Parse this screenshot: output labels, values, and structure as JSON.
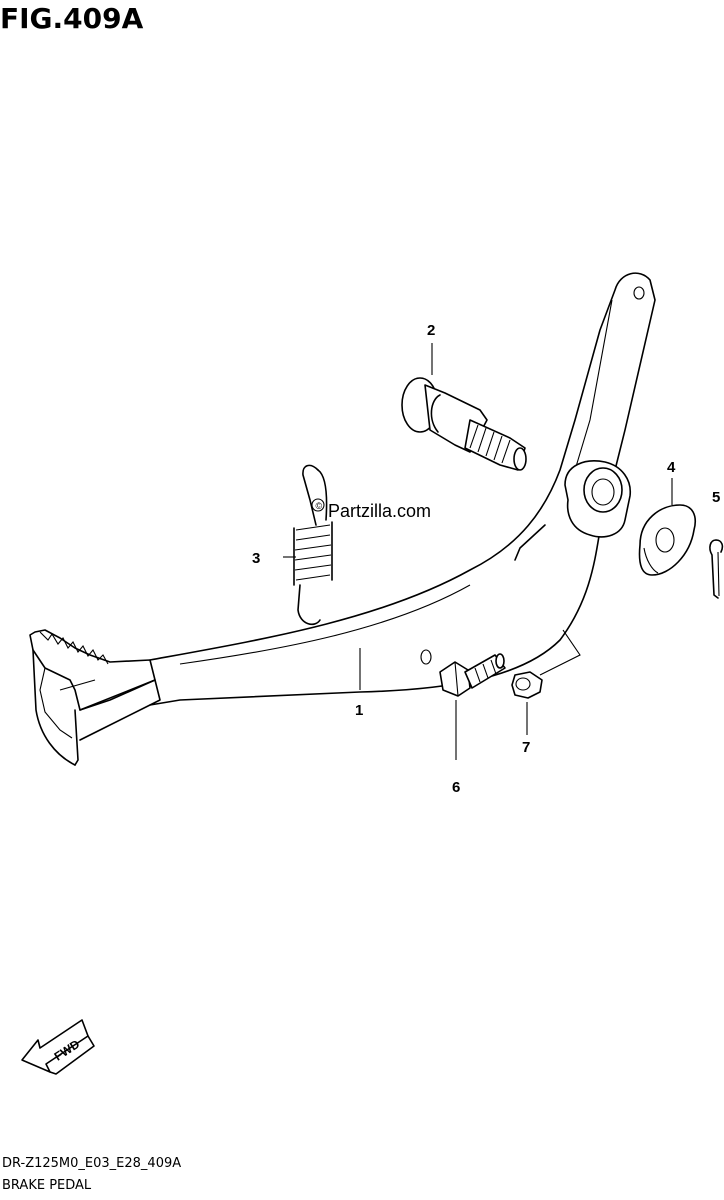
{
  "figure": {
    "title": "FIG.409A",
    "watermark": "Partzilla.com",
    "model_code": "DR-Z125M0_E03_E28_409A",
    "name": "BRAKE PEDAL",
    "fwd_label": "FWD"
  },
  "callouts": [
    {
      "id": "callout-1",
      "label": "1"
    },
    {
      "id": "callout-2",
      "label": "2"
    },
    {
      "id": "callout-3",
      "label": "3"
    },
    {
      "id": "callout-4",
      "label": "4"
    },
    {
      "id": "callout-5",
      "label": "5"
    },
    {
      "id": "callout-6",
      "label": "6"
    },
    {
      "id": "callout-7",
      "label": "7"
    }
  ]
}
